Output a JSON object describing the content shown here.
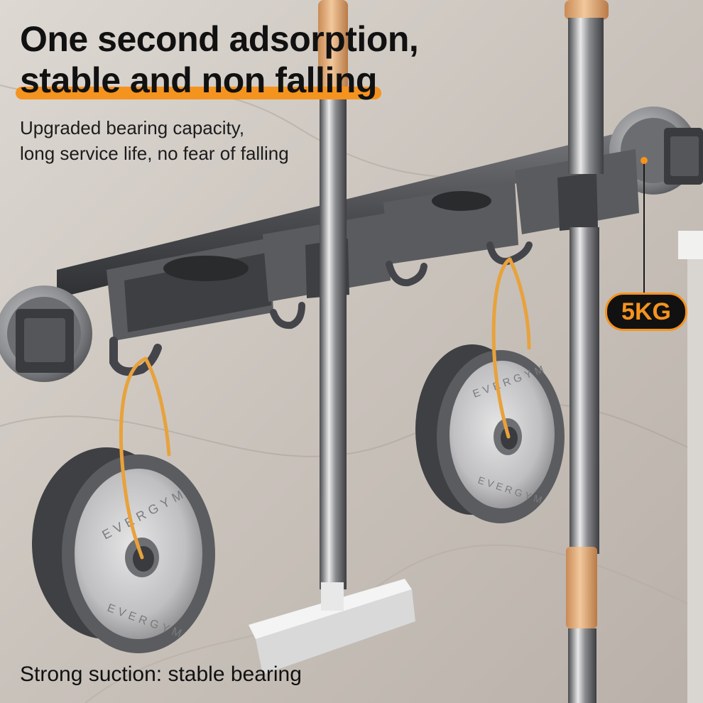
{
  "headline": {
    "line1": "One second adsorption,",
    "line2": "stable and non falling"
  },
  "subtitle": {
    "line1": "Upgraded bearing capacity,",
    "line2": "long service life, no fear of falling"
  },
  "badge": {
    "text": "5KG"
  },
  "footer": {
    "text": "Strong suction: stable bearing"
  },
  "plate_text": "EVERGYM",
  "colors": {
    "accent": "#f5931f",
    "text": "#111111",
    "rack": "#4a4b4f",
    "wall": "#cfc9c3"
  },
  "icons": [
    "suction-cup-icon",
    "weight-plate-icon"
  ]
}
